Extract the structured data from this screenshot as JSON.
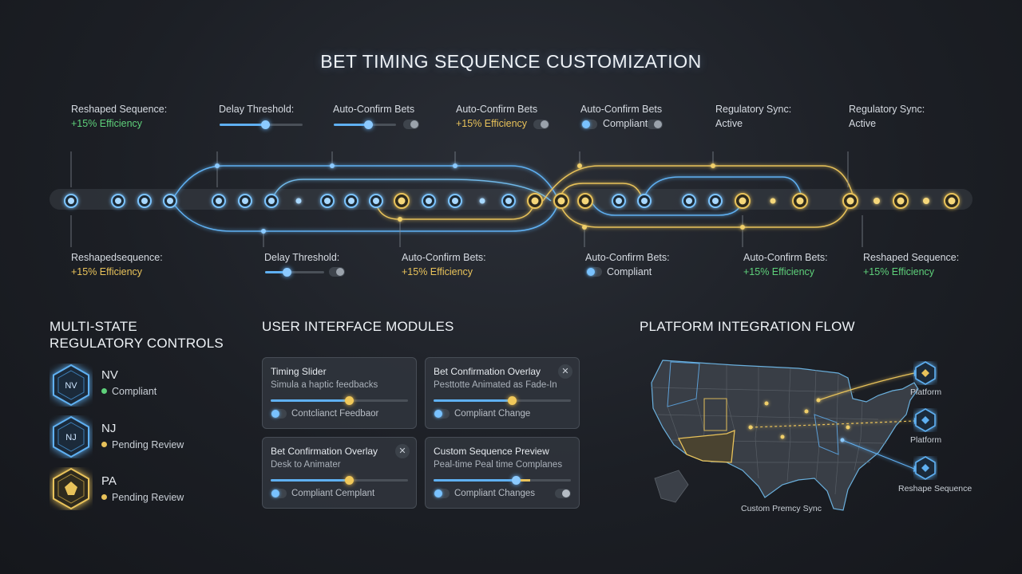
{
  "title": "BET TIMING SEQUENCE CUSTOMIZATION",
  "top_labels": [
    {
      "line1": "Reshaped Sequence:",
      "line2": "+15% Efficiency"
    },
    {
      "line1": "Delay Threshold:"
    },
    {
      "line1": "Auto-Confirm Bets"
    },
    {
      "line1": "Auto-Confirm Bets",
      "line2": "+15% Efficiency"
    },
    {
      "line1": "Auto-Confirm Bets",
      "line2": "Compliant"
    },
    {
      "line1": "Regulatory Sync:",
      "line2": "Active"
    },
    {
      "line1": "Regulatory Sync:",
      "line2": "Active"
    }
  ],
  "bottom_labels": [
    {
      "line1": "Reshapedsequence:",
      "line2": "+15% Efficiency"
    },
    {
      "line1": "Delay Threshold:"
    },
    {
      "line1": "Auto-Confirm Bets:",
      "line2": "+15% Efficiency"
    },
    {
      "line1": "Auto-Confirm Bets:",
      "line2": "Compliant"
    },
    {
      "line1": "Auto-Confirm Bets:",
      "line2": "+15% Efficiency"
    },
    {
      "line1": "Reshaped Sequence:",
      "line2": "+15% Efficiency"
    }
  ],
  "regulatory": {
    "heading": "MULTI-STATE\nREGULATORY CONTROLS",
    "heading_line1": "MULTI-STATE",
    "heading_line2": "REGULATORY CONTROLS",
    "states": [
      {
        "badge": "NV",
        "name": "NV",
        "status": "Compliant",
        "status_color": "#5ed07a",
        "badge_color": "#5fb0f2"
      },
      {
        "badge": "NJ",
        "name": "NJ",
        "status": "Pending Review",
        "status_color": "#e8c25a",
        "badge_color": "#5fb0f2"
      },
      {
        "badge": "",
        "name": "PA",
        "status": "Pending Review",
        "status_color": "#e8c25a",
        "badge_color": "#e8c25a"
      }
    ]
  },
  "modules": {
    "heading": "USER INTERFACE MODULES",
    "cards": [
      {
        "title": "Timing Slider",
        "subtitle": "Simula a haptic feedbacks",
        "footer": "Contclianct Feedbaor",
        "slider": 0.57,
        "close": ""
      },
      {
        "title": "Bet Confirmation Overlay",
        "subtitle": "Pesttotte Animated as Fade-In",
        "footer": "Compliant Change",
        "slider": 0.57,
        "close": "✕"
      },
      {
        "title": "Bet Confirmation Overlay",
        "subtitle": "Desk to Animater",
        "footer": "Compliant Cemplant",
        "slider": 0.57,
        "close": "✕"
      },
      {
        "title": "Custom Sequence Preview",
        "subtitle": "Peal-time Peal time Complanes",
        "footer": "Compliant Changes",
        "slider": 0.6,
        "close": ""
      }
    ]
  },
  "platform": {
    "heading": "PLATFORM INTEGRATION FLOW",
    "map_caption": "Custom Premcy Sync",
    "targets": [
      "Platform",
      "Platform",
      "Reshape Sequence"
    ]
  },
  "colors": {
    "blue": "#5fb0f2",
    "yellow": "#e8c25a",
    "green": "#5ed07a"
  }
}
